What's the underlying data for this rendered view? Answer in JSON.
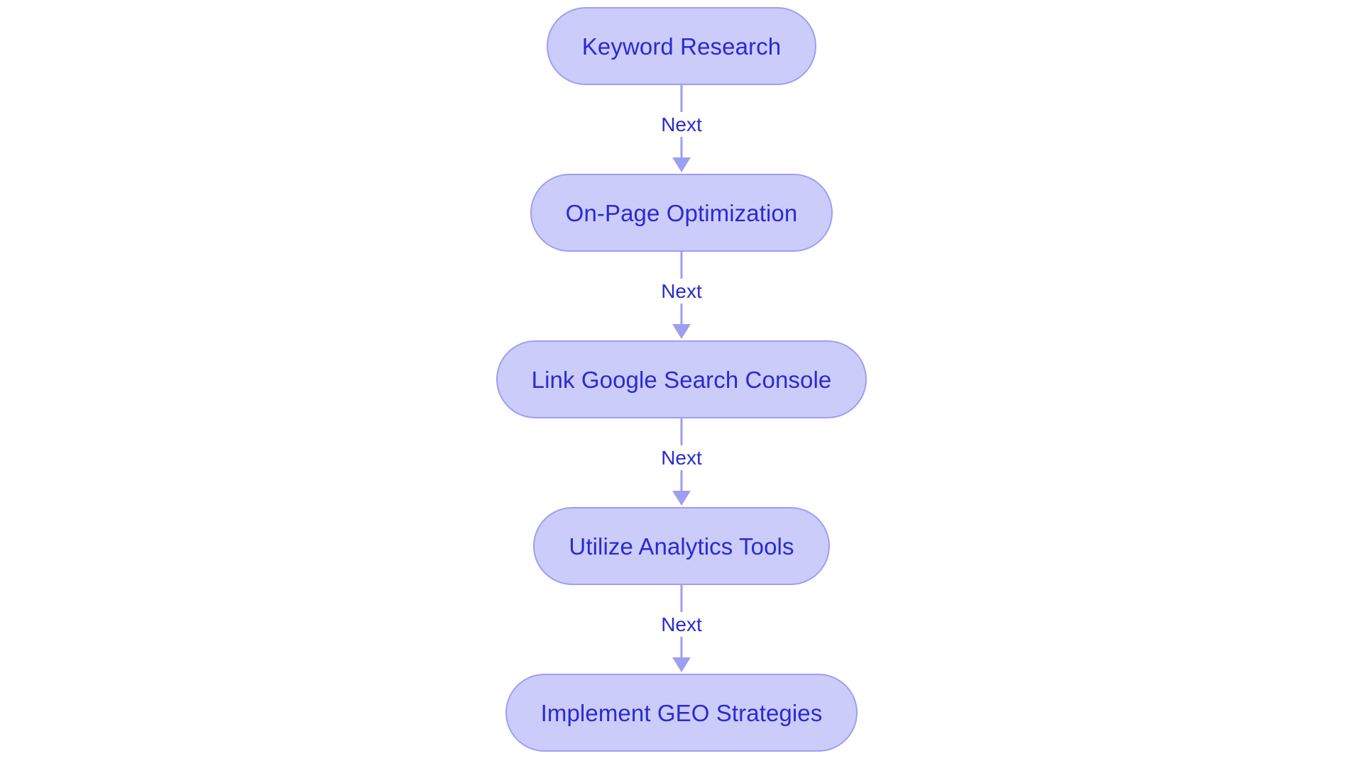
{
  "diagram": {
    "type": "flowchart",
    "orientation": "vertical",
    "background_color": "#ffffff",
    "node_fill_color": "#ccccfb",
    "node_border_color": "#9e9ef2",
    "node_text_color": "#2a2ad2",
    "connector_color": "#9e9ef2",
    "edge_label_color": "#2a2ad2",
    "node_shape": "pill",
    "nodes": [
      {
        "id": "n1",
        "label": "Keyword Research"
      },
      {
        "id": "n2",
        "label": "On-Page Optimization"
      },
      {
        "id": "n3",
        "label": "Link Google Search Console"
      },
      {
        "id": "n4",
        "label": "Utilize Analytics Tools"
      },
      {
        "id": "n5",
        "label": "Implement GEO Strategies"
      }
    ],
    "edges": [
      {
        "from": "n1",
        "to": "n2",
        "label": "Next"
      },
      {
        "from": "n2",
        "to": "n3",
        "label": "Next"
      },
      {
        "from": "n3",
        "to": "n4",
        "label": "Next"
      },
      {
        "from": "n4",
        "to": "n5",
        "label": "Next"
      }
    ]
  }
}
